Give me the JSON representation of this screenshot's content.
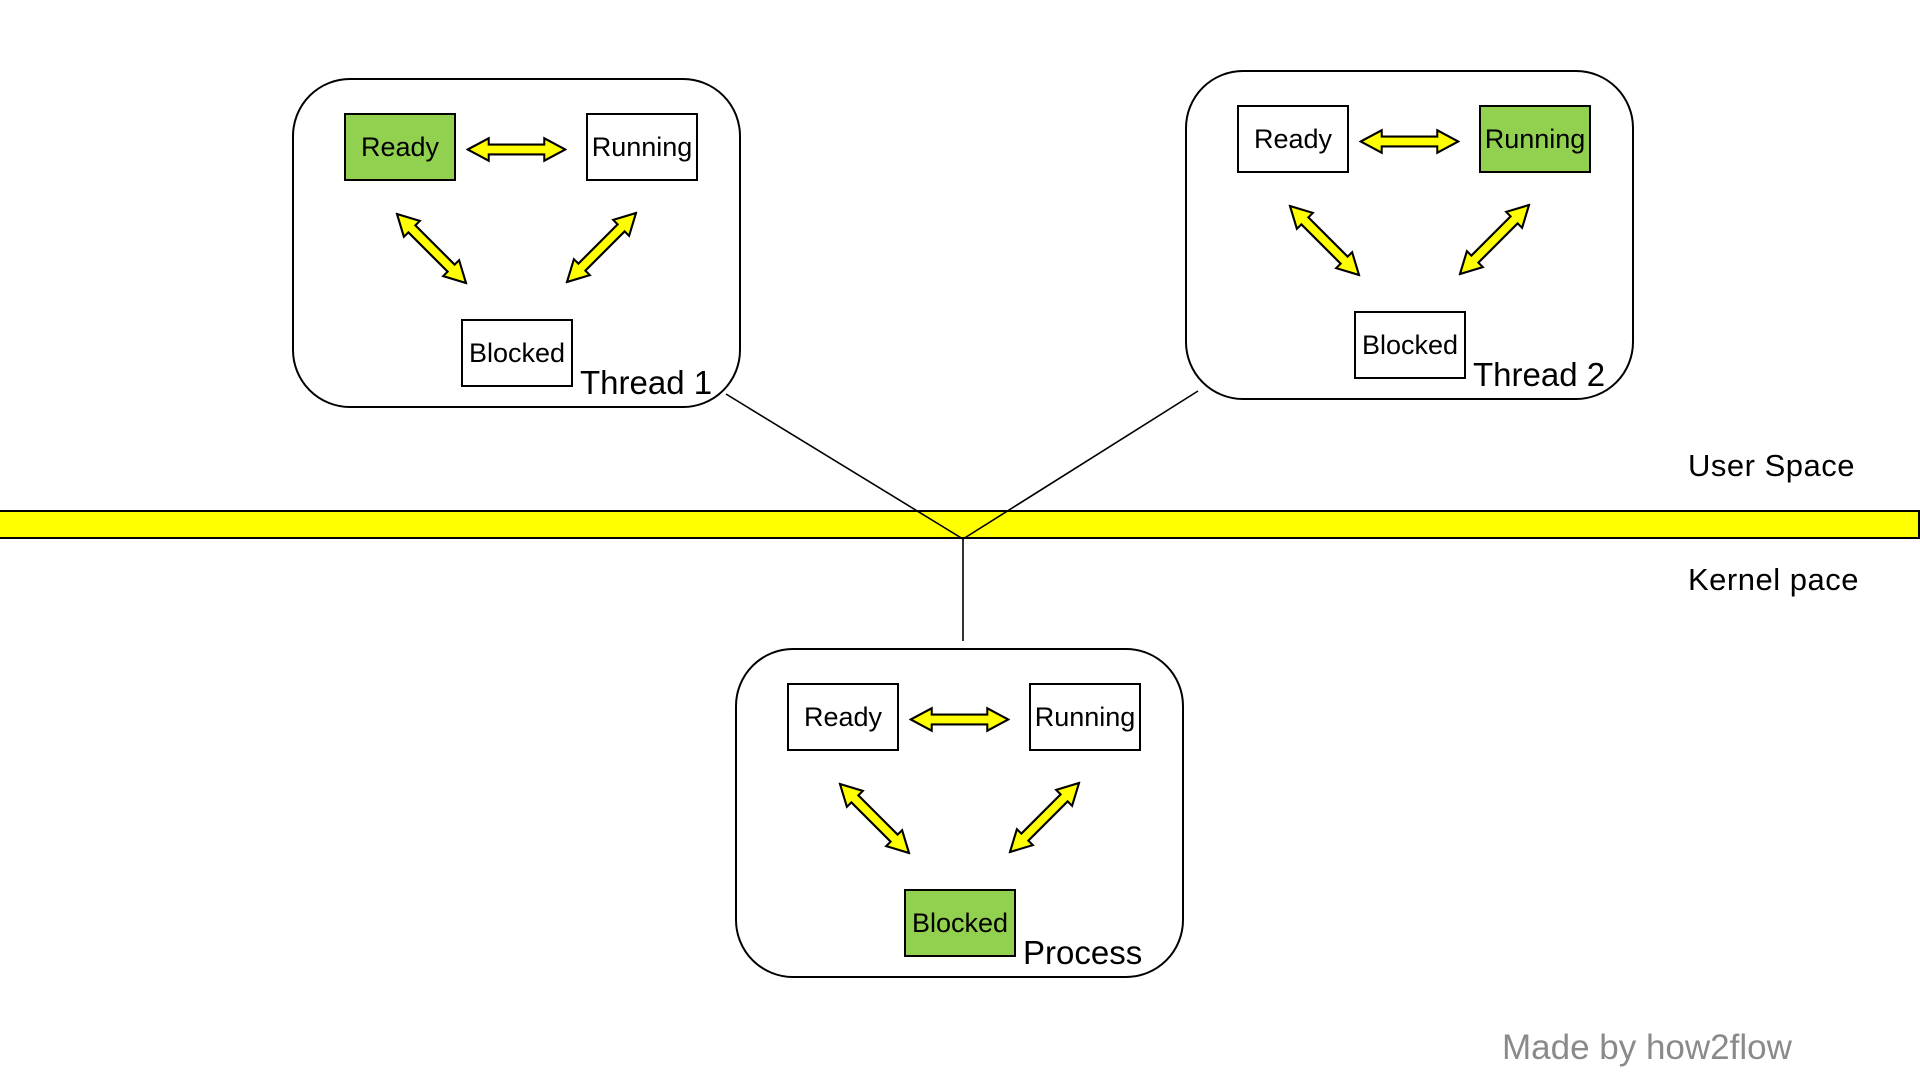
{
  "divider": {
    "above_label": "User Space",
    "below_label": "Kernel pace"
  },
  "footer": {
    "credit": "Made by how2flow"
  },
  "panels": [
    {
      "id": "thread1",
      "label": "Thread 1",
      "states": [
        {
          "label": "Ready",
          "highlighted": true
        },
        {
          "label": "Running",
          "highlighted": false
        },
        {
          "label": "Blocked",
          "highlighted": false
        }
      ]
    },
    {
      "id": "thread2",
      "label": "Thread 2",
      "states": [
        {
          "label": "Ready",
          "highlighted": false
        },
        {
          "label": "Running",
          "highlighted": true
        },
        {
          "label": "Blocked",
          "highlighted": false
        }
      ]
    },
    {
      "id": "process",
      "label": "Process",
      "states": [
        {
          "label": "Ready",
          "highlighted": false
        },
        {
          "label": "Running",
          "highlighted": false
        },
        {
          "label": "Blocked",
          "highlighted": true
        }
      ]
    }
  ],
  "colors": {
    "highlight_green": "#92d050",
    "arrow_yellow": "#ffff00",
    "bar_yellow": "#ffff00",
    "outline": "#000000",
    "credit_gray": "#8a8a8a"
  }
}
